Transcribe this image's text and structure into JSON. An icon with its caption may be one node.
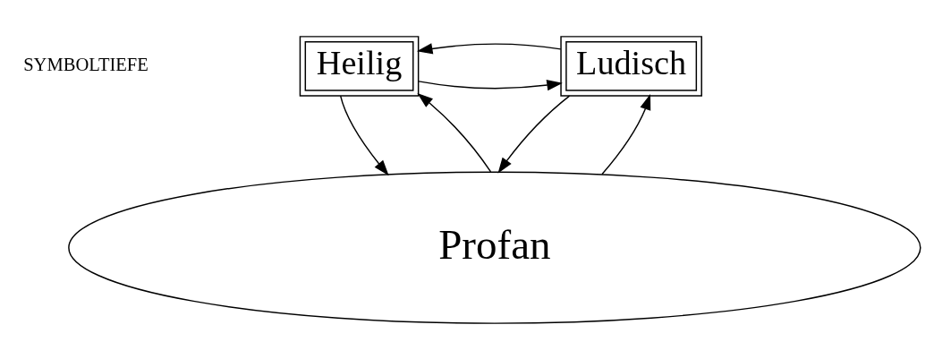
{
  "diagram": {
    "nodes": [
      {
        "text": [
          "Heilig"
        ]
      },
      {
        "text": [
          "Ludisch"
        ]
      },
      {
        "text": [
          "Profan"
        ]
      }
    ],
    "edges": [
      {
        "from": 0,
        "to": 1,
        "arrow": "to"
      },
      {
        "from": 1,
        "to": 0,
        "arrow": "to"
      },
      {
        "from": 2,
        "to": 0,
        "arrow": "to"
      },
      {
        "from": 0,
        "to": 2,
        "arrow": "to"
      },
      {
        "from": 2,
        "to": 1,
        "arrow": "to"
      },
      {
        "from": 1,
        "to": 2,
        "arrow": "to"
      }
    ],
    "labels": [
      "SYMBOLTIEFE"
    ]
  }
}
